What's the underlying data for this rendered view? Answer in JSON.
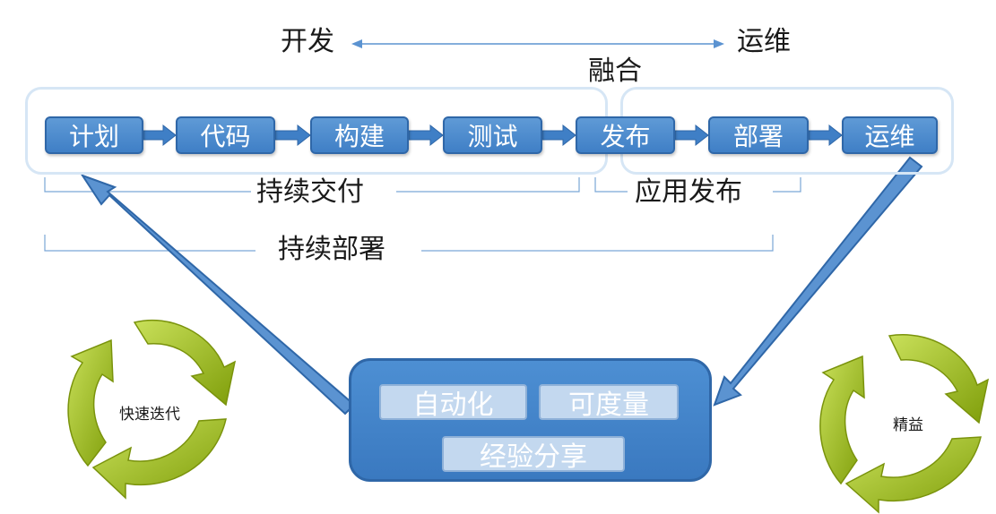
{
  "header": {
    "left_label": "开发",
    "right_label": "运维",
    "merge_label": "融合"
  },
  "pipeline": {
    "stages": [
      {
        "label": "计划"
      },
      {
        "label": "代码"
      },
      {
        "label": "构建"
      },
      {
        "label": "测试"
      },
      {
        "label": "发布"
      },
      {
        "label": "部署"
      },
      {
        "label": "运维"
      }
    ]
  },
  "brackets": {
    "continuous_delivery": "持续交付",
    "app_release": "应用发布",
    "continuous_deployment": "持续部署"
  },
  "hub": {
    "items": [
      "自动化",
      "可度量",
      "经验分享"
    ]
  },
  "cycles": {
    "left": "快速迭代",
    "right": "精益"
  },
  "colors": {
    "stage_fill": "#4a88cf",
    "frame": "#d6e6f5",
    "cycle_green": "#9ab80f",
    "arrow_blue": "#5b93d1"
  }
}
